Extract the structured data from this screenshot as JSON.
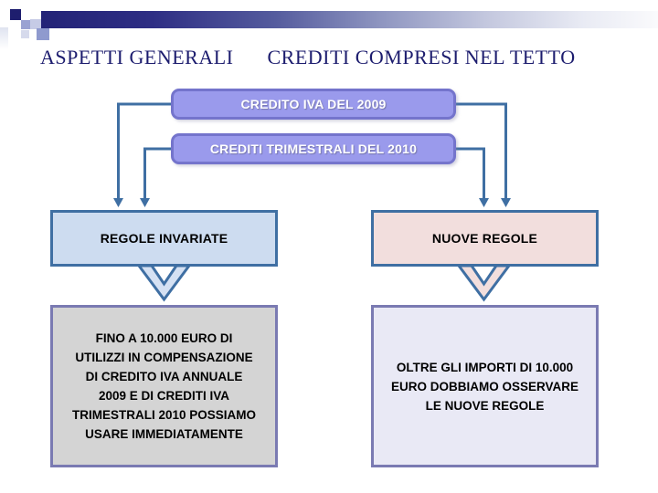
{
  "slide": {
    "title_left": "ASPETTI GENERALI",
    "title_right": "CREDITI COMPRESI NEL TETTO"
  },
  "diagram": {
    "credito_iva_2009": {
      "label": "CREDITO IVA DEL 2009"
    },
    "crediti_trimestrali_2010": {
      "label": "CREDITI TRIMESTRALI DEL 2010"
    },
    "regole_invariate": {
      "label": "REGOLE INVARIATE"
    },
    "nuove_regole": {
      "label": "NUOVE REGOLE"
    },
    "fino_a_10000": {
      "text": "FINO A 10.000 EURO DI\nUTILIZZI IN COMPENSAZIONE\nDI CREDITO IVA ANNUALE\n2009 E DI CREDITI IVA\nTRIMESTRALI 2010 POSSIAMO\nUSARE IMMEDIATAMENTE"
    },
    "oltre_10000": {
      "text": "OLTRE GLI IMPORTI DI 10.000\nEURO DOBBIAMO OSSERVARE\nLE NUOVE REGOLE"
    }
  },
  "colors": {
    "title_navy": "#1c1c6e",
    "bar_navy": "#232377",
    "rounded_fill": "#9a9aec",
    "rounded_border": "#7474cc",
    "connector_steel_blue": "#3f6fa3",
    "mid_left_fill": "#cddcf0",
    "mid_right_fill": "#f2dedd",
    "chevron_left_fill": "#d5e1f3",
    "chevron_right_fill": "#f2dedd",
    "bottom_border": "#7a7ab2",
    "bottom_left_fill": "#d4d4d4",
    "bottom_right_fill": "#e9e9f5"
  }
}
